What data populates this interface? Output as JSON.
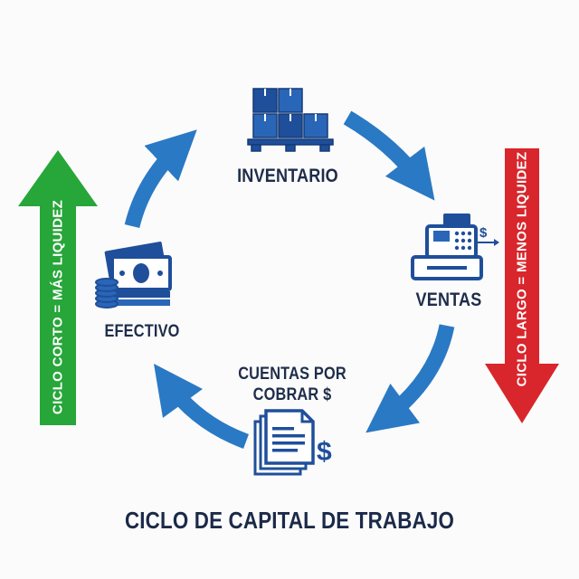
{
  "diagram": {
    "title": "CICLO DE CAPITAL DE TRABAJO",
    "nodes": {
      "inventario": {
        "label": "INVENTARIO",
        "icon": "pallet-boxes-icon"
      },
      "ventas": {
        "label": "VENTAS",
        "icon": "cash-register-icon"
      },
      "cuentas": {
        "label": "CUENTAS POR COBRAR $",
        "icon": "invoice-documents-icon"
      },
      "efectivo": {
        "label": "EFECTIVO",
        "icon": "cash-stack-icon"
      }
    },
    "left_arrow": {
      "label": "CICLO CORTO = MÁS LIQUIDEZ",
      "direction": "up",
      "color": "#27a639"
    },
    "right_arrow": {
      "label": "CICLO LARGO = MENOS LIQUIDEZ",
      "direction": "down",
      "color": "#d8262c"
    },
    "cycle_arrow_color": "#2a79c4",
    "icon_color": "#1f4f9a"
  }
}
